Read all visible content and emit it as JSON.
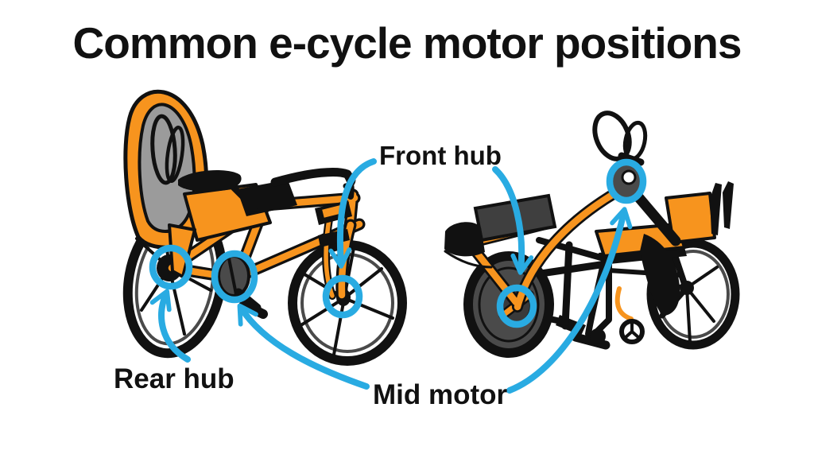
{
  "title": "Common e-cycle motor positions",
  "labels": {
    "front_hub": "Front hub",
    "rear_hub": "Rear hub",
    "mid_motor": "Mid motor"
  },
  "figures": {
    "left": "bicycle-with-rear-child-seat",
    "right": "wheelchair-with-clip-on-handcycle"
  },
  "colors": {
    "background": "#FFFFFF",
    "text": "#111111",
    "outline": "#111111",
    "annotation_blue": "#29ABE2",
    "cycle_orange": "#F7941E",
    "pad_gray": "#9B9B9B",
    "component_gray": "#4A4A4A"
  }
}
